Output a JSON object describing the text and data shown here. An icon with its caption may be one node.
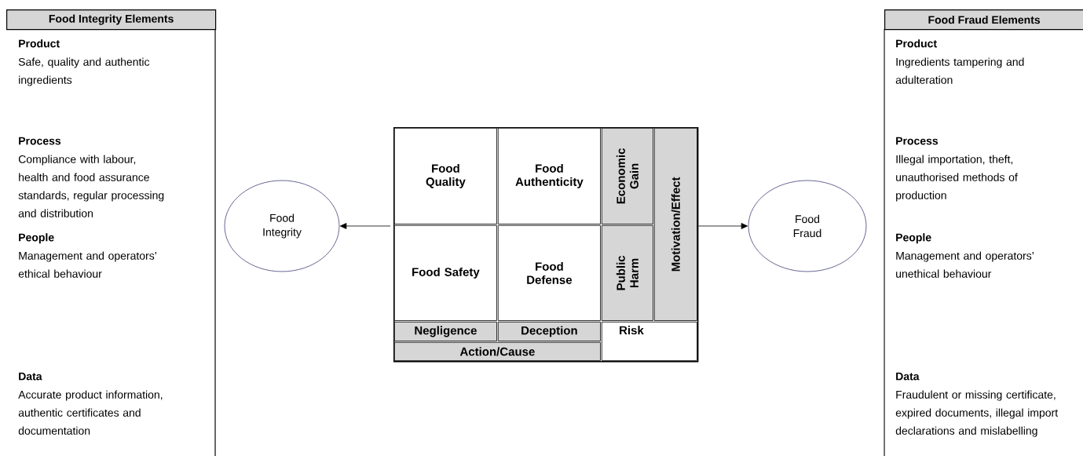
{
  "diagram": {
    "nodes": [
      {
        "text": [
          "Food Integrity Elements",
          "Product",
          "Safe, quality and authentic ingredients",
          "Process",
          "Compliance with labour, health and food assurance standards, regular processing and distribution",
          "People",
          "Management and operators’ ethical behaviour",
          "Data",
          "Accurate product information, authentic certificates and documentation"
        ]
      },
      {
        "text": [
          "Food Integrity"
        ]
      },
      {
        "text": [],
        "shape": "box"
      },
      {
        "text": [
          "Food Quality"
        ],
        "in": 2
      },
      {
        "text": [
          "Food Authenticity"
        ],
        "in": 2
      },
      {
        "text": [
          "Economic Gain"
        ],
        "in": 2
      },
      {
        "text": [
          "Motivation/Effect"
        ],
        "in": 2
      },
      {
        "text": [
          "Food Safety"
        ],
        "in": 2
      },
      {
        "text": [
          "Food Defense"
        ],
        "in": 2
      },
      {
        "text": [
          "Public Harm"
        ],
        "in": 2
      },
      {
        "text": [
          "Negligence"
        ],
        "in": 2
      },
      {
        "text": [
          "Deception"
        ],
        "in": 2
      },
      {
        "text": [
          "Risk"
        ],
        "in": 2
      },
      {
        "text": [
          "Action/Cause"
        ],
        "in": 2
      },
      {
        "text": [
          "Food Fraud"
        ]
      },
      {
        "text": [
          "Food Fraud Elements",
          "Product",
          "Ingredients tampering and adulteration",
          "Process",
          "Illegal importation, theft, unauthorised methods of production",
          "People",
          "Management and operators’ unethical behaviour",
          "Data",
          "Fraudulent or missing certificate, expired documents, illegal import declarations and mislabelling"
        ]
      }
    ],
    "edges": [
      {
        "from": 2,
        "to": 1,
        "arrow": "to"
      },
      {
        "from": 2,
        "to": 14,
        "arrow": "to"
      }
    ]
  }
}
